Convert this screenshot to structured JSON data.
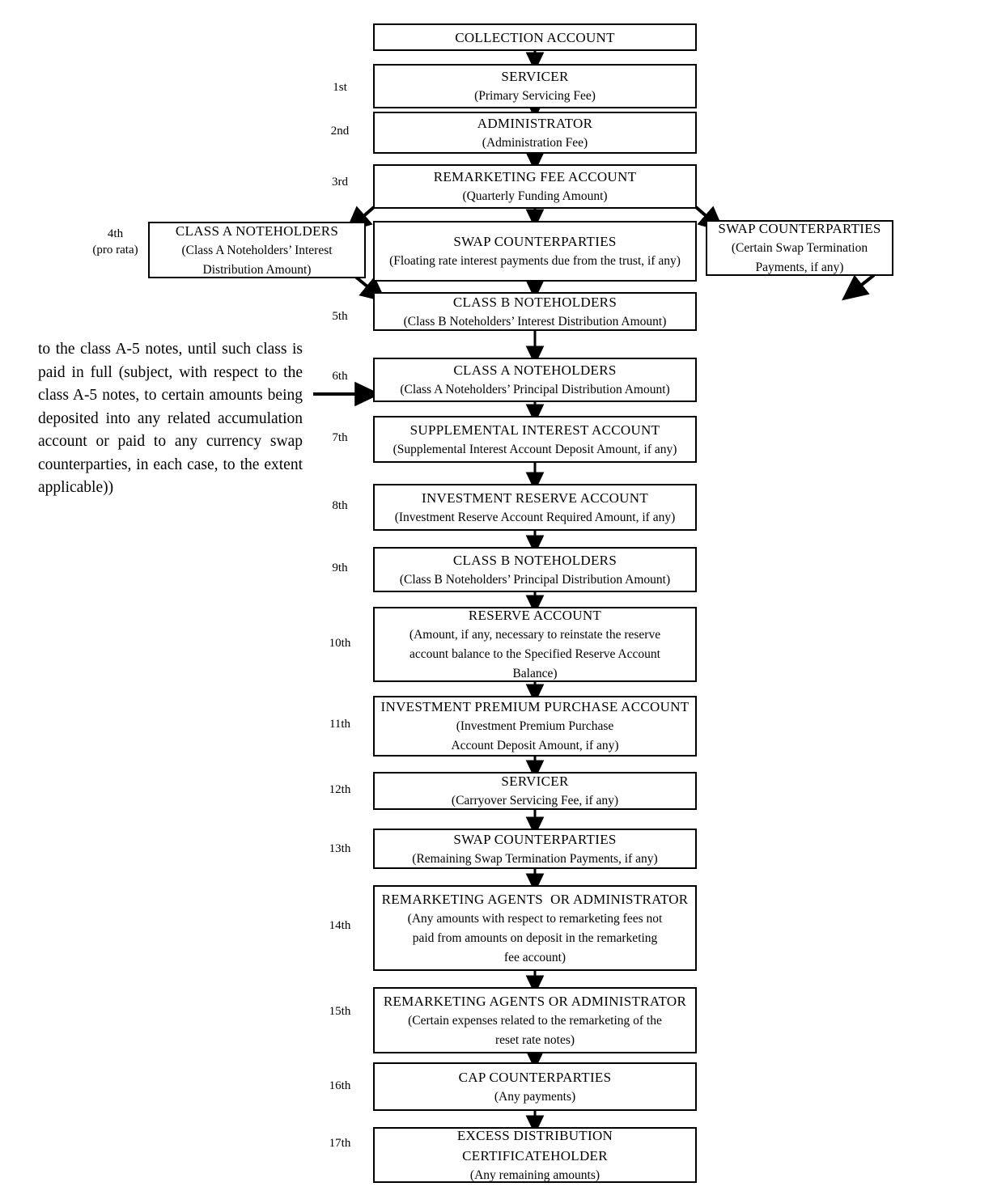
{
  "diagram": {
    "title_note": "to the class A-5 notes, until such class is paid in full (subject, with respect to the class A-5 notes, to certain amounts being deposited into any related accumulation account or paid to any currency swap counterparties, in each case, to the extent applicable))",
    "ordinals": {
      "first": "1st",
      "second": "2nd",
      "third": "3rd",
      "fourth": "4th\n(pro rata)",
      "fifth": "5th",
      "sixth": "6th",
      "seventh": "7th",
      "eighth": "8th",
      "ninth": "9th",
      "tenth": "10th",
      "eleventh": "11th",
      "twelfth": "12th",
      "thirteenth": "13th",
      "fourteenth": "14th",
      "fifteenth": "15th",
      "sixteenth": "16th",
      "seventeenth": "17th"
    },
    "boxes": {
      "collection_account": {
        "title": "COLLECTION ACCOUNT",
        "detail": ""
      },
      "servicer_primary": {
        "title": "SERVICER",
        "detail": "(Primary Servicing Fee)"
      },
      "administrator": {
        "title": "ADMINISTRATOR",
        "detail": "(Administration Fee)"
      },
      "remarketing_fee_account": {
        "title": "REMARKETING FEE ACCOUNT",
        "detail": "(Quarterly Funding Amount)"
      },
      "class_a_interest": {
        "title": "CLASS A NOTEHOLDERS",
        "detail": "(Class A Noteholders’ Interest\nDistribution Amount)"
      },
      "swap_floating": {
        "title": "SWAP COUNTERPARTIES",
        "detail": "(Floating rate interest payments due from the trust, if any)"
      },
      "swap_termination": {
        "title": "SWAP COUNTERPARTIES",
        "detail": "(Certain Swap Termination\nPayments, if any)"
      },
      "class_b_interest": {
        "title": "CLASS B NOTEHOLDERS",
        "detail": "(Class B Noteholders’ Interest Distribution Amount)"
      },
      "class_a_principal": {
        "title": "CLASS A NOTEHOLDERS",
        "detail": "(Class A Noteholders’ Principal Distribution Amount)"
      },
      "supplemental_interest_account": {
        "title": "SUPPLEMENTAL INTEREST ACCOUNT",
        "detail": "(Supplemental Interest Account Deposit Amount, if any)"
      },
      "investment_reserve_account": {
        "title": "INVESTMENT RESERVE ACCOUNT",
        "detail": "(Investment Reserve Account Required Amount, if any)"
      },
      "class_b_principal": {
        "title": "CLASS B NOTEHOLDERS",
        "detail": "(Class B Noteholders’ Principal Distribution Amount)"
      },
      "reserve_account": {
        "title": "RESERVE ACCOUNT",
        "detail": "(Amount, if any, necessary to reinstate the reserve\naccount balance to the Specified Reserve Account\nBalance)"
      },
      "investment_premium_purchase_account": {
        "title": "INVESTMENT PREMIUM PURCHASE ACCOUNT",
        "detail": "(Investment Premium Purchase\nAccount Deposit Amount, if any)"
      },
      "servicer_carryover": {
        "title": "SERVICER",
        "detail": "(Carryover Servicing Fee, if any)"
      },
      "swap_remaining": {
        "title": "SWAP COUNTERPARTIES",
        "detail": "(Remaining Swap Termination Payments, if any)"
      },
      "remarketing_agents_fees": {
        "title": "REMARKETING AGENTS  OR ADMINISTRATOR",
        "detail": "(Any amounts with respect to remarketing fees not\npaid from amounts on deposit in the remarketing\nfee account)"
      },
      "remarketing_agents_expenses": {
        "title": "REMARKETING AGENTS OR ADMINISTRATOR",
        "detail": "(Certain expenses related to the remarketing of the\nreset rate notes)"
      },
      "cap_counterparties": {
        "title": "CAP COUNTERPARTIES",
        "detail": "(Any payments)"
      },
      "excess_distribution_certificateholder": {
        "title": "EXCESS DISTRIBUTION\nCERTIFICATEHOLDER",
        "detail": "(Any remaining amounts)"
      }
    }
  }
}
